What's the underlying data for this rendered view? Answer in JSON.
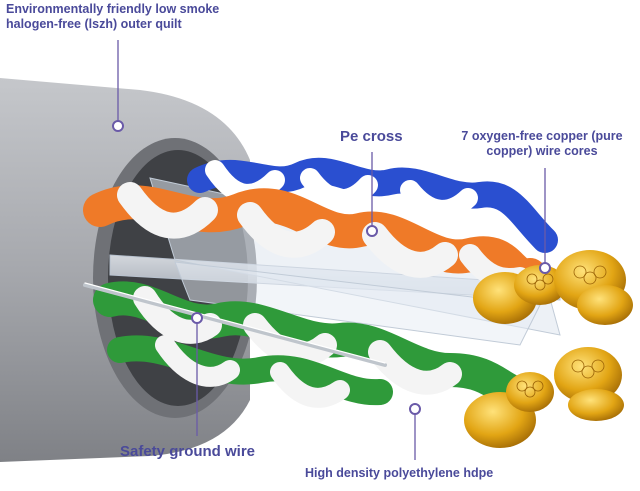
{
  "labels": {
    "jacket": [
      "Environmentally friendly low smoke",
      "halogen-free (lszh) outer quilt"
    ],
    "pe_cross": "Pe cross",
    "copper": [
      "7 oxygen-free copper (pure",
      "copper) wire cores"
    ],
    "ground": "Safety ground wire",
    "hdpe": "High density polyethylene hdpe"
  },
  "colors": {
    "label": "#4a4a9a",
    "marker": "#6a5aa8",
    "jacket": "#a9abb0",
    "orange": "#ef7a28",
    "blue": "#2a4fd0",
    "green": "#2f9a3a",
    "copper": "#e2a514"
  }
}
